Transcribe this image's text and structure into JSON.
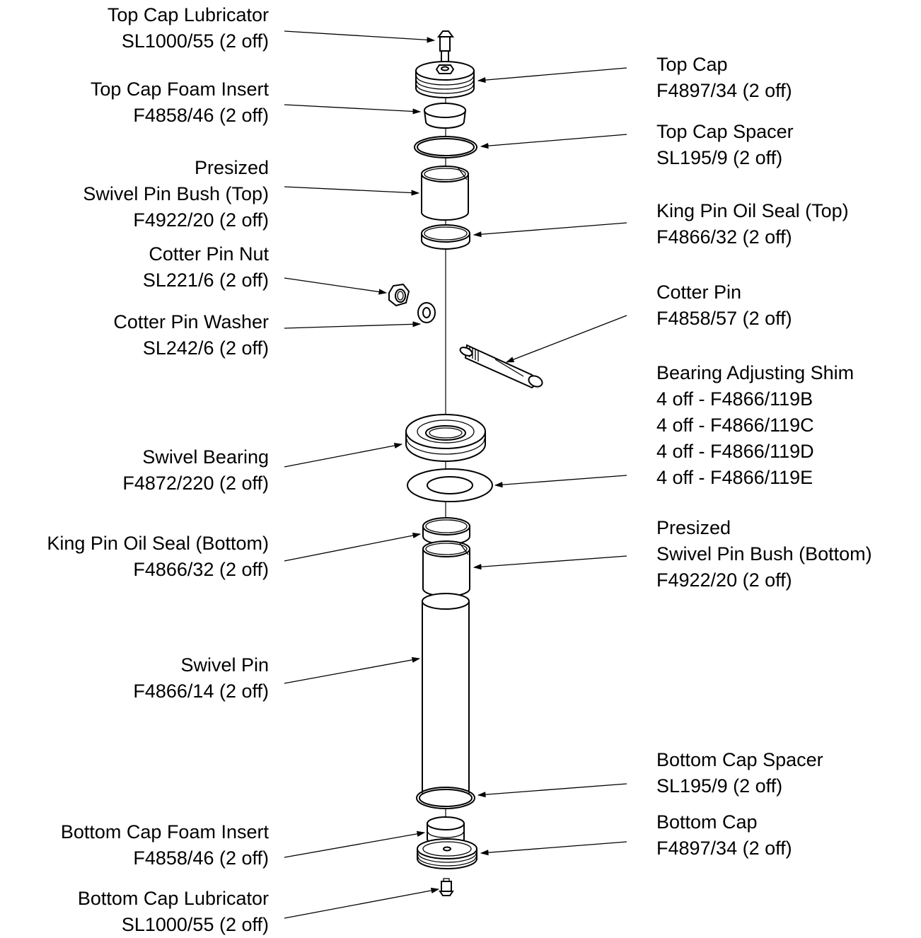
{
  "labels": {
    "top_cap_lubricator": [
      "Top Cap Lubricator",
      "SL1000/55 (2 off)"
    ],
    "top_cap_foam_insert": [
      "Top Cap Foam Insert",
      "F4858/46 (2 off)"
    ],
    "presized_bush_top": [
      "Presized",
      "Swivel Pin Bush (Top)",
      "F4922/20 (2 off)"
    ],
    "cotter_pin_nut": [
      "Cotter Pin Nut",
      "SL221/6 (2 off)"
    ],
    "cotter_pin_washer": [
      "Cotter Pin Washer",
      "SL242/6 (2 off)"
    ],
    "swivel_bearing": [
      "Swivel Bearing",
      "F4872/220 (2 off)"
    ],
    "king_pin_oil_seal_bottom": [
      "King Pin Oil Seal (Bottom)",
      "F4866/32 (2 off)"
    ],
    "swivel_pin": [
      "Swivel Pin",
      "F4866/14 (2 off)"
    ],
    "bottom_cap_foam_insert": [
      "Bottom Cap Foam Insert",
      "F4858/46 (2 off)"
    ],
    "bottom_cap_lubricator": [
      "Bottom Cap Lubricator",
      "SL1000/55 (2 off)"
    ],
    "top_cap": [
      "Top Cap",
      "F4897/34 (2 off)"
    ],
    "top_cap_spacer": [
      "Top Cap Spacer",
      "SL195/9 (2 off)"
    ],
    "king_pin_oil_seal_top": [
      "King Pin Oil Seal (Top)",
      "F4866/32 (2 off)"
    ],
    "cotter_pin": [
      "Cotter Pin",
      "F4858/57 (2 off)"
    ],
    "bearing_adjusting_shim": [
      "Bearing Adjusting Shim",
      "4 off - F4866/119B",
      "4 off - F4866/119C",
      "4 off - F4866/119D",
      "4 off - F4866/119E"
    ],
    "presized_bush_bottom": [
      "Presized",
      "Swivel Pin Bush (Bottom)",
      "F4922/20 (2 off)"
    ],
    "bottom_cap_spacer": [
      "Bottom Cap Spacer",
      "SL195/9 (2 off)"
    ],
    "bottom_cap": [
      "Bottom Cap",
      "F4897/34 (2 off)"
    ]
  }
}
